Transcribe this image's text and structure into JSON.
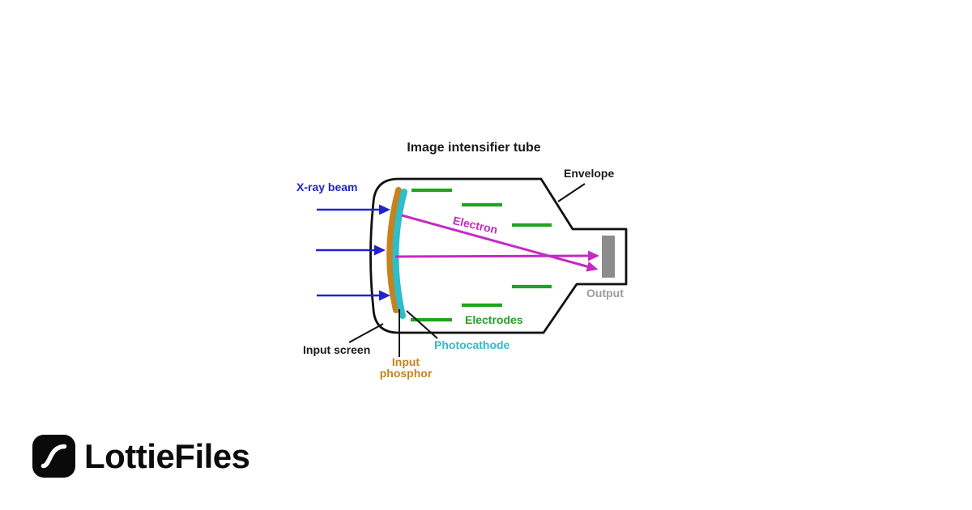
{
  "diagram": {
    "title": "Image intensifier tube",
    "labels": {
      "envelope": "Envelope",
      "xray_beam": "X-ray beam",
      "electron": "Electron",
      "output": "Output",
      "electrodes": "Electrodes",
      "photocathode": "Photocathode",
      "input_screen": "Input screen",
      "input_phosphor": "Input phosphor"
    },
    "colors": {
      "xray_blue": "#2323ce",
      "electron_magenta": "#c32bc3",
      "electrode_green": "#21a321",
      "phosphor_orange": "#c5831f",
      "photocathode_cyan": "#2ebdc9",
      "output_screen_gray": "#8c8c8c",
      "output_text_gray": "#9a9a9a",
      "envelope_outline": "#111111"
    },
    "icons": {
      "arrows": "right-arrow-icon"
    }
  },
  "branding": {
    "logo_text": "LottieFiles",
    "logo_icon": "lottie-s-curve-icon"
  }
}
